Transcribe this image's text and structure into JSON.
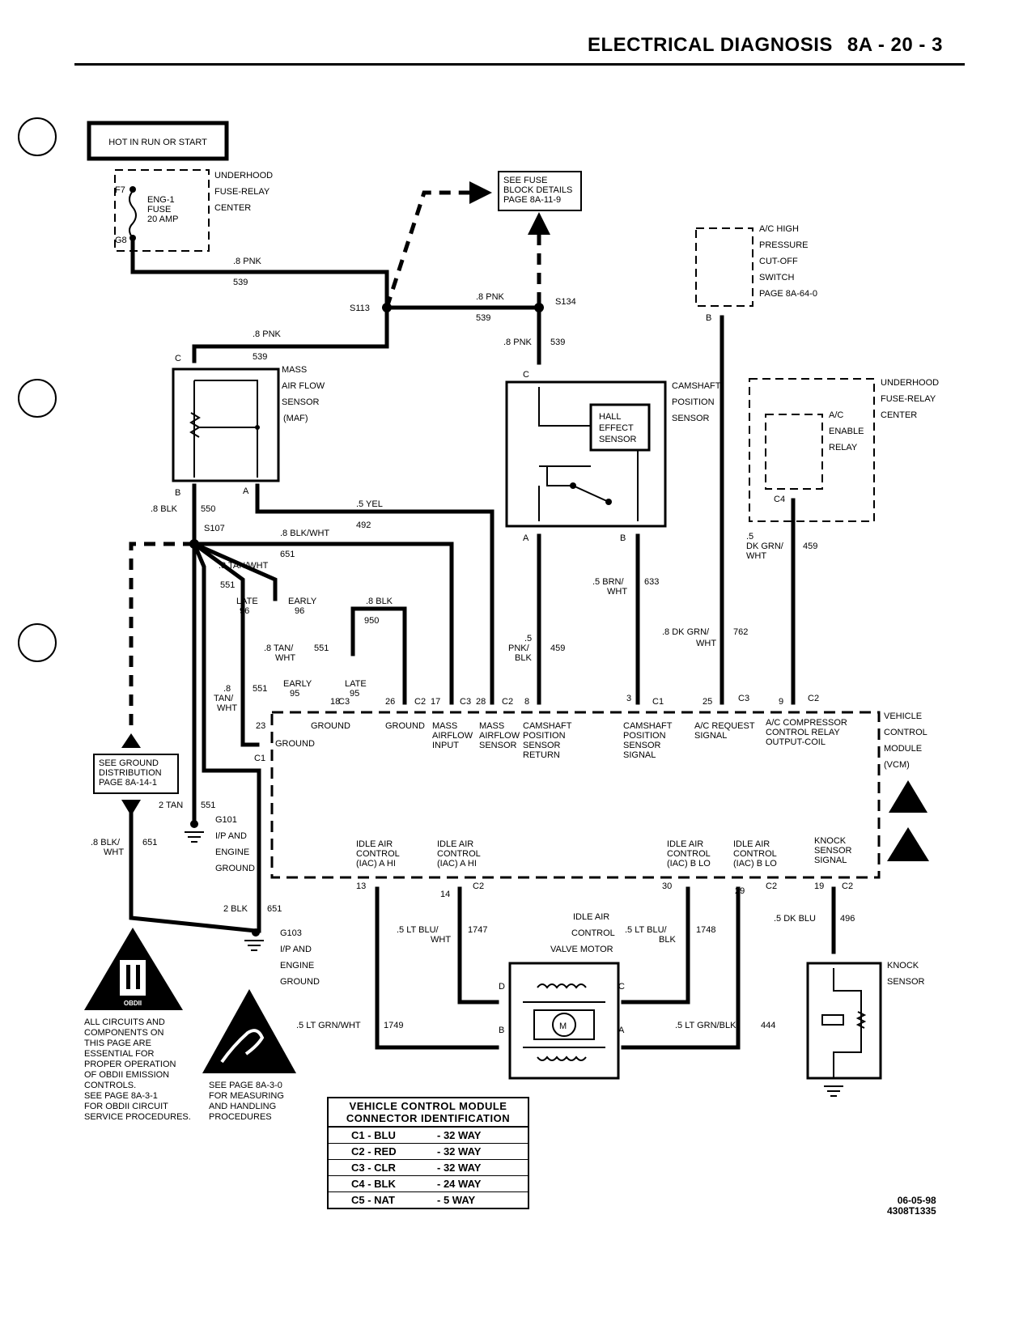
{
  "header": {
    "title": "ELECTRICAL DIAGNOSIS",
    "section": "8A - 20 - 3"
  },
  "top_box": "HOT IN RUN OR START",
  "fuse": {
    "f_pin": "F7",
    "g_pin": "G8",
    "name_l1": "ENG-1",
    "name_l2": "FUSE",
    "name_l3": "20 AMP",
    "center_l1": "UNDERHOOD",
    "center_l2": "FUSE-RELAY",
    "center_l3": "CENTER"
  },
  "fuse_ref": {
    "l1": "SEE FUSE",
    "l2": "BLOCK DETAILS",
    "l3": "PAGE 8A-11-9"
  },
  "splices": {
    "s113": "S113",
    "s134": "S134",
    "s107": "S107"
  },
  "wires": {
    "pnk": ".8 PNK",
    "c539": "539",
    "blk8": ".8 BLK",
    "c550": "550",
    "yel": ".5 YEL",
    "c492": "492",
    "blkwht": ".8 BLK/WHT",
    "c651": "651",
    "tanwht": ".8 TAN/WHT",
    "c551": "551",
    "c551b": "551",
    "late": "LATE",
    "early": "EARLY",
    "y96": "96",
    "blk950w": ".8 BLK",
    "c950": "950",
    "tanwht8": ".8 TAN/",
    "wht": "WHT",
    "tanwht_b1": ".8",
    "tanwht_b2": "TAN/",
    "tanwht_b3": "WHT",
    "c551c": "551",
    "early95": "EARLY",
    "late95": "LATE",
    "y95": "95",
    "brnwht1": ".5 BRN/",
    "brnwht2": "WHT",
    "c633": "633",
    "pnkblk1": ".5",
    "pnkblk2": "PNK/",
    "pnkblk3": "BLK",
    "c459": "459",
    "dkgrn1": ".8 DK GRN/",
    "dkgrn2": "WHT",
    "c762": "762",
    "dkgrn5a": ".5",
    "dkgrn5b": "DK GRN/",
    "dkgrn5c": "WHT",
    "c459b": "459",
    "tan2": "2 TAN",
    "c551d": "551",
    "blkwht_l1": ".8 BLK/",
    "blkwht_l2": "WHT",
    "c651b": "651",
    "blk2": "2 BLK",
    "c651c": "651",
    "ltbluwht1": ".5 LT BLU/",
    "ltbluwht2": "WHT",
    "c1747": "1747",
    "ltblublk1": ".5 LT BLU/",
    "ltblublk2": "BLK",
    "c1748": "1748",
    "dkblu": ".5 DK BLU",
    "c496": "496",
    "ltgrnwht": ".5 LT GRN/WHT",
    "c1749": "1749",
    "ltgrnblk": ".5 LT GRN/BLK",
    "c444": "444"
  },
  "maf": {
    "l1": "MASS",
    "l2": "AIR FLOW",
    "l3": "SENSOR",
    "l4": "(MAF)",
    "pin_c": "C",
    "pin_b": "B",
    "pin_a": "A"
  },
  "cam": {
    "l1": "CAMSHAFT",
    "l2": "POSITION",
    "l3": "SENSOR",
    "hall1": "HALL",
    "hall2": "EFFECT",
    "hall3": "SENSOR",
    "pin_c": "C",
    "pin_a": "A",
    "pin_b": "B"
  },
  "ac_switch": {
    "l1": "A/C HIGH",
    "l2": "PRESSURE",
    "l3": "CUT-OFF",
    "l4": "SWITCH",
    "l5": "PAGE 8A-64-0",
    "pin": "B"
  },
  "ac_relay": {
    "c1": "UNDERHOOD",
    "c2": "FUSE-RELAY",
    "c3": "CENTER",
    "r1": "A/C",
    "r2": "ENABLE",
    "r3": "RELAY",
    "pin": "C4"
  },
  "vcm": {
    "title1": "VEHICLE",
    "title2": "CONTROL",
    "title3": "MODULE",
    "title4": "(VCM)",
    "top_pins": {
      "p23": "23",
      "p18": "18",
      "p26": "26",
      "p17": "17",
      "p28": "28",
      "p8": "8",
      "p3": "3",
      "p25": "25",
      "p9": "9",
      "c1": "C1",
      "c3": "C3",
      "c2": "C2"
    },
    "top_labels": {
      "ground_c1": "GROUND",
      "ground18": "GROUND",
      "ground26": "GROUND",
      "maf1": "MASS",
      "maf2": "AIRFLOW",
      "maf3": "INPUT",
      "maf4": "MASS",
      "maf5": "AIRFLOW",
      "maf6": "SENSOR",
      "cam1": "CAMSHAFT",
      "cam2": "POSITION",
      "cam3": "SENSOR",
      "cam4": "RETURN",
      "cams1": "CAMSHAFT",
      "cams2": "POSITION",
      "cams3": "SENSOR",
      "cams4": "SIGNAL",
      "acr1": "A/C REQUEST",
      "acr2": "SIGNAL",
      "acc1": "A/C COMPRESSOR",
      "acc2": "CONTROL RELAY",
      "acc3": "OUTPUT-COIL"
    },
    "bottom_pins": {
      "p13": "13",
      "p14": "14",
      "p30": "30",
      "p29": "29",
      "p19": "19",
      "c2": "C2"
    },
    "bottom_labels": {
      "iac1a": "IDLE AIR",
      "iac1b": "CONTROL",
      "iac1c": "(IAC) A HI",
      "iac2a": "IDLE AIR",
      "iac2b": "CONTROL",
      "iac2c": "(IAC) A HI",
      "iac3a": "IDLE AIR",
      "iac3b": "CONTROL",
      "iac3c": "(IAC) B LO",
      "iac4a": "IDLE AIR",
      "iac4b": "CONTROL",
      "iac4c": "(IAC) B LO",
      "ks1": "KNOCK",
      "ks2": "SENSOR",
      "ks3": "SIGNAL"
    }
  },
  "ground_ref": {
    "l1": "SEE GROUND",
    "l2": "DISTRIBUTION",
    "l3": "PAGE 8A-14-1"
  },
  "g101": {
    "l1": "G101",
    "l2": "I/P AND",
    "l3": "ENGINE",
    "l4": "GROUND"
  },
  "g103": {
    "l1": "G103",
    "l2": "I/P AND",
    "l3": "ENGINE",
    "l4": "GROUND"
  },
  "iac_motor": {
    "l1": "IDLE AIR",
    "l2": "CONTROL",
    "l3": "VALVE MOTOR",
    "m": "M",
    "pin_d": "D",
    "pin_c": "C",
    "pin_b": "B",
    "pin_a": "A"
  },
  "knock": {
    "l1": "KNOCK",
    "l2": "SENSOR"
  },
  "obd_badge": "OBDII",
  "obd_note": [
    "ALL CIRCUITS AND",
    "COMPONENTS ON",
    "THIS PAGE ARE",
    "ESSENTIAL FOR",
    "PROPER OPERATION",
    "OF OBDII EMISSION",
    "CONTROLS.",
    "SEE PAGE 8A-3-1",
    "FOR OBDII CIRCUIT",
    "SERVICE PROCEDURES."
  ],
  "esd_note": [
    "SEE PAGE 8A-3-0",
    "FOR MEASURING",
    "AND HANDLING",
    "PROCEDURES"
  ],
  "connector_table": {
    "title1": "VEHICLE CONTROL MODULE",
    "title2": "CONNECTOR IDENTIFICATION",
    "rows": [
      {
        "id": "C1 - BLU",
        "desc": "- 32 WAY"
      },
      {
        "id": "C2 - RED",
        "desc": "- 32 WAY"
      },
      {
        "id": "C3 - CLR",
        "desc": "- 32 WAY"
      },
      {
        "id": "C4 - BLK",
        "desc": "- 24 WAY"
      },
      {
        "id": "C5 - NAT",
        "desc": "- 5 WAY"
      }
    ]
  },
  "footer": {
    "date": "06-05-98",
    "code": "4308T1335"
  }
}
